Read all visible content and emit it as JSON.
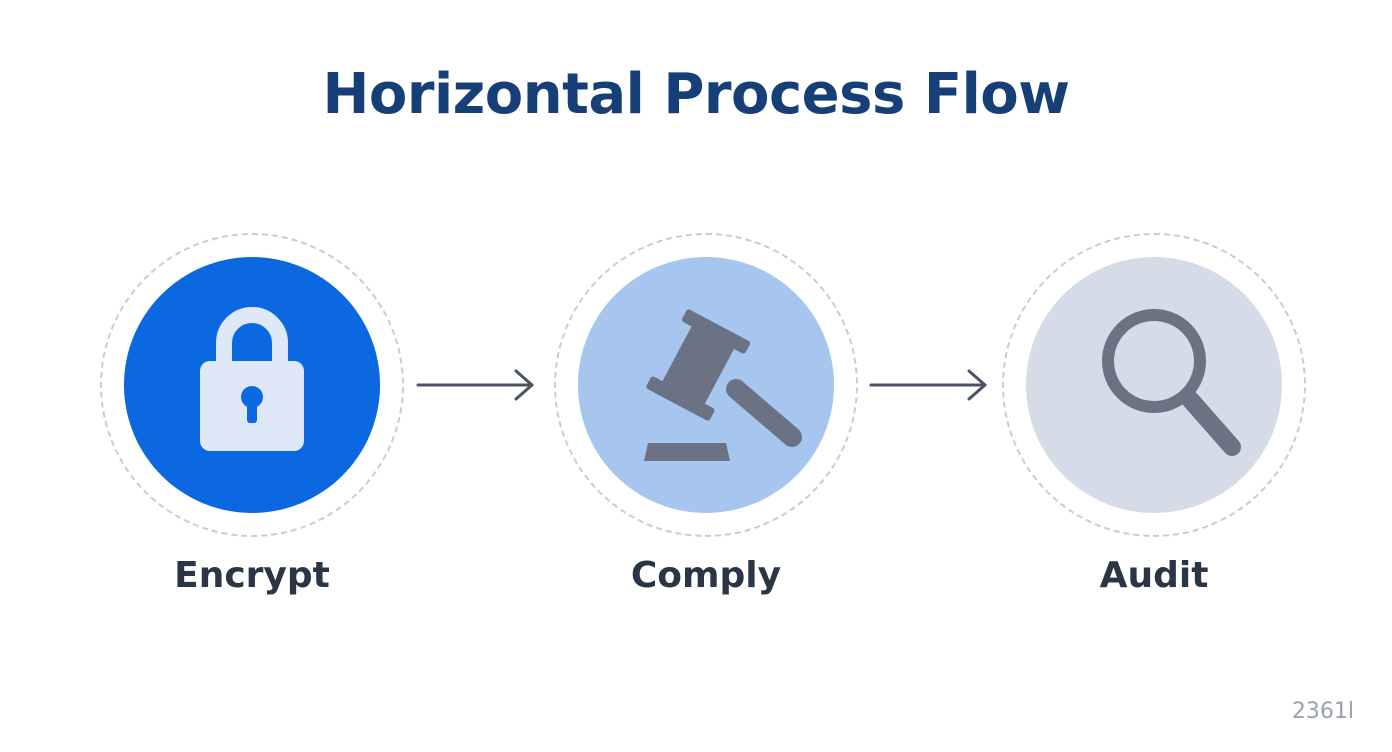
{
  "title": "Horizontal Process Flow",
  "steps": [
    {
      "label": "Encrypt",
      "icon": "lock-icon",
      "color": "#0b68e0"
    },
    {
      "label": "Comply",
      "icon": "gavel-icon",
      "color": "#a6c6ef"
    },
    {
      "label": "Audit",
      "icon": "magnifier-icon",
      "color": "#d5dbe7"
    }
  ],
  "connectors": [
    "arrow-right-icon",
    "arrow-right-icon"
  ],
  "colors": {
    "title": "#163f77",
    "label": "#2a3646",
    "icon_gray": "#6a7283",
    "lock_fill": "#dfe8f8",
    "arrow": "#4a5366",
    "ring": "#c9ccd8"
  },
  "footer_mark": "2361l"
}
